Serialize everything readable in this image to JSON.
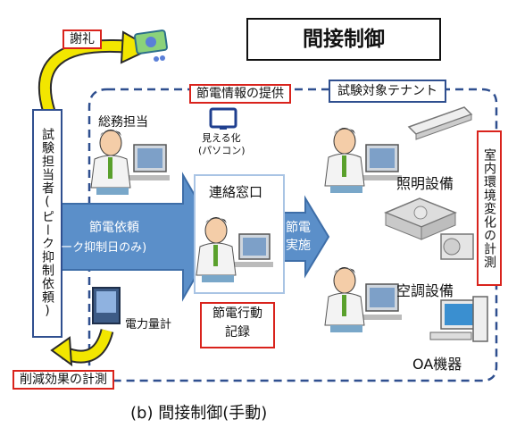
{
  "title": "間接制御",
  "reward": "謝礼",
  "saving_info": "節電情報の提供",
  "tenant": "試験対象テナント",
  "tester": "試験担当者(ピーク抑制依頼)",
  "general_affairs": "総務担当",
  "visualization_line1": "見える化",
  "visualization_line2": "(パソコン)",
  "contact": "連絡窓口",
  "request_line1": "節電依頼",
  "request_line2": "(ピーク抑制日のみ)",
  "implement_line1": "節電",
  "implement_line2": "実施",
  "lighting": "照明設備",
  "aircon": "空調設備",
  "oa": "OA機器",
  "indoor_env": "室内環境変化の計測",
  "record_line1": "節電行動",
  "record_line2": "記録",
  "power_meter": "電力量計",
  "reduction": "削減効果の計測",
  "caption": "(b) 間接制御(手動)",
  "colors": {
    "red": "#d9231c",
    "blue": "#2f4f8f",
    "arrow_fill": "#5b8fc9",
    "yellow": "#f2e600"
  }
}
